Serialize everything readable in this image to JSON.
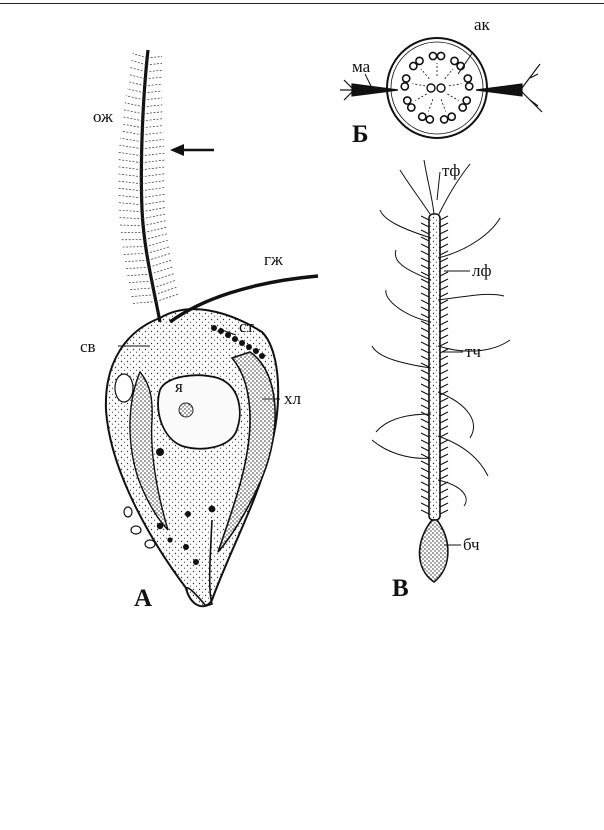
{
  "figure": {
    "panels": [
      {
        "letter": "А",
        "labels": [
          "ож",
          "гж",
          "ст",
          "св",
          "я",
          "хл"
        ]
      },
      {
        "letter": "Б",
        "labels": [
          "ак",
          "ма"
        ]
      },
      {
        "letter": "В",
        "labels": [
          "тф",
          "лф",
          "тч",
          "бч"
        ]
      }
    ]
  },
  "colors": {
    "ink": "#111111",
    "background": "#ffffff"
  }
}
